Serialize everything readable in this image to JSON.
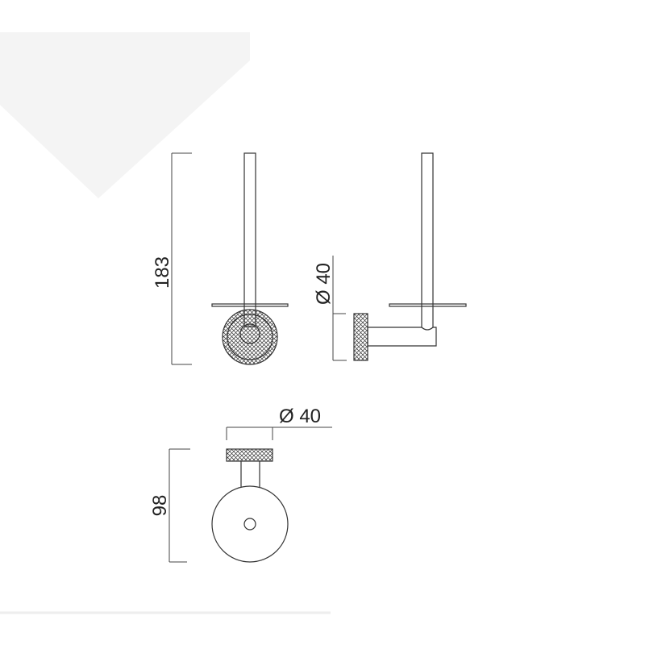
{
  "dimensions": {
    "height_total": "183",
    "side_diameter": "Ø 40",
    "top_diameter": "Ø 40",
    "height_bottom": "98"
  },
  "colors": {
    "line": "#333333",
    "background_shape": "#f4f4f4"
  }
}
